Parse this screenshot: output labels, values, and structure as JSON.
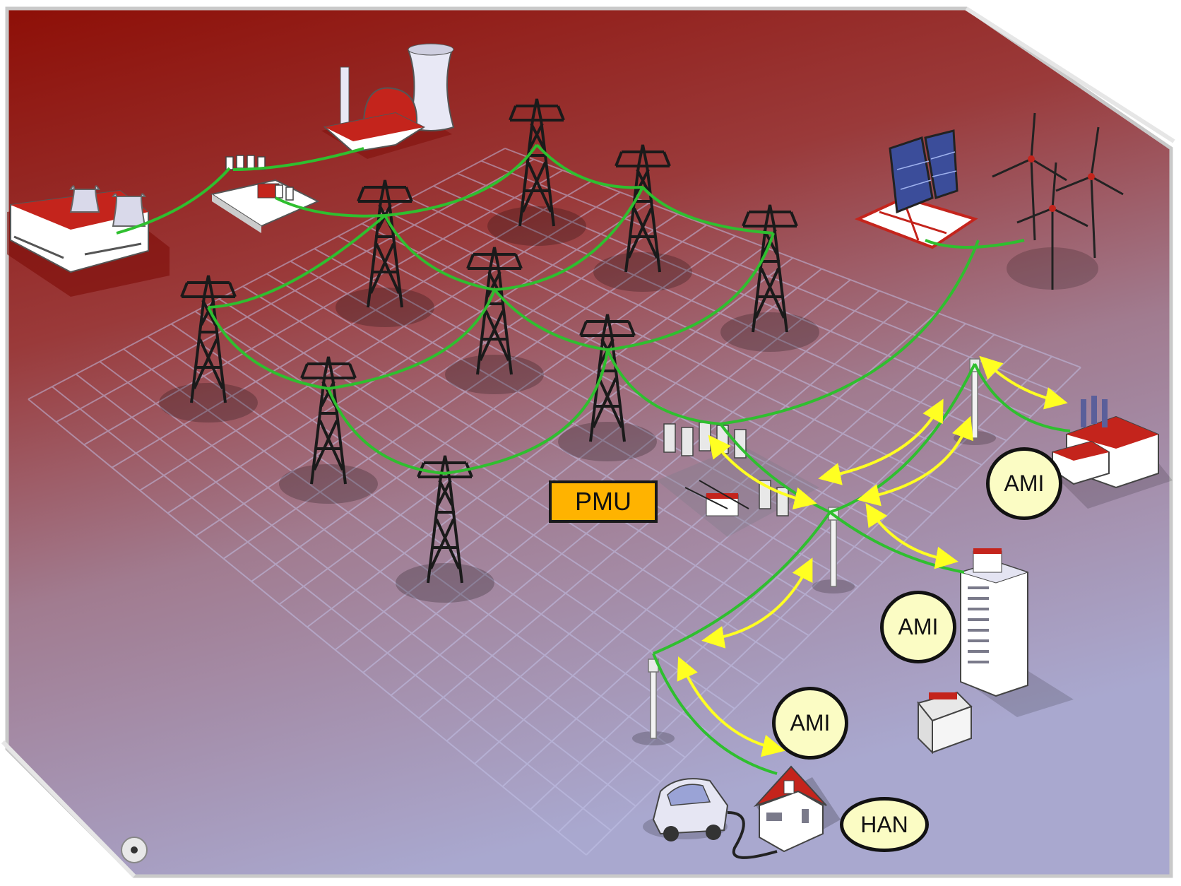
{
  "labels": {
    "pmu": "PMU",
    "ami_top": "AMI",
    "ami_mid": "AMI",
    "ami_bottom": "AMI",
    "han": "HAN"
  },
  "colors": {
    "background_top": "#8e0f07",
    "background_bottom": "#a9a8cf",
    "power_line": "#2fbf2f",
    "comm_arrow": "#ffff22",
    "pmu_fill": "#ffb300",
    "oval_fill": "#fbfcc4"
  },
  "icons": [
    "coal-power-plant",
    "nuclear-power-plant",
    "substation",
    "transmission-tower",
    "solar-panel",
    "wind-turbine",
    "distribution-pole",
    "factory",
    "office-building",
    "transformer",
    "house",
    "electric-car"
  ]
}
